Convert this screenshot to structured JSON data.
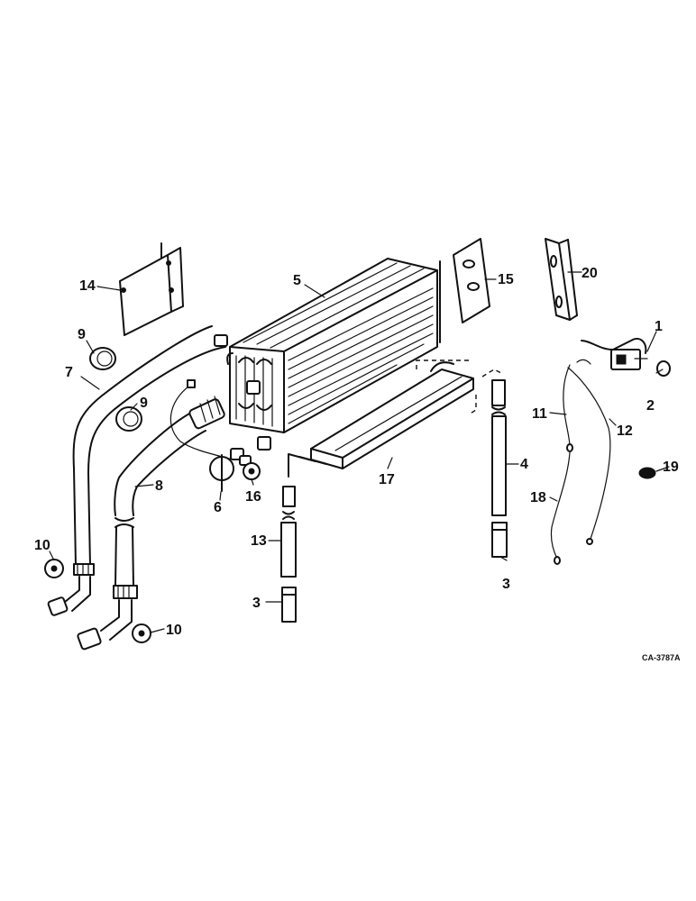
{
  "diagram": {
    "callouts": [
      {
        "id": "c1",
        "text": "1"
      },
      {
        "id": "c2",
        "text": "2"
      },
      {
        "id": "c3a",
        "text": "3"
      },
      {
        "id": "c3b",
        "text": "3"
      },
      {
        "id": "c4",
        "text": "4"
      },
      {
        "id": "c5",
        "text": "5"
      },
      {
        "id": "c6",
        "text": "6"
      },
      {
        "id": "c7",
        "text": "7"
      },
      {
        "id": "c8",
        "text": "8"
      },
      {
        "id": "c9a",
        "text": "9"
      },
      {
        "id": "c9b",
        "text": "9"
      },
      {
        "id": "c10a",
        "text": "10"
      },
      {
        "id": "c10b",
        "text": "10"
      },
      {
        "id": "c11",
        "text": "11"
      },
      {
        "id": "c12",
        "text": "12"
      },
      {
        "id": "c13",
        "text": "13"
      },
      {
        "id": "c14",
        "text": "14"
      },
      {
        "id": "c15",
        "text": "15"
      },
      {
        "id": "c16",
        "text": "16"
      },
      {
        "id": "c17",
        "text": "17"
      },
      {
        "id": "c18",
        "text": "18"
      },
      {
        "id": "c19",
        "text": "19"
      },
      {
        "id": "c20",
        "text": "20"
      }
    ],
    "drawing_code": "CA-3787A"
  }
}
